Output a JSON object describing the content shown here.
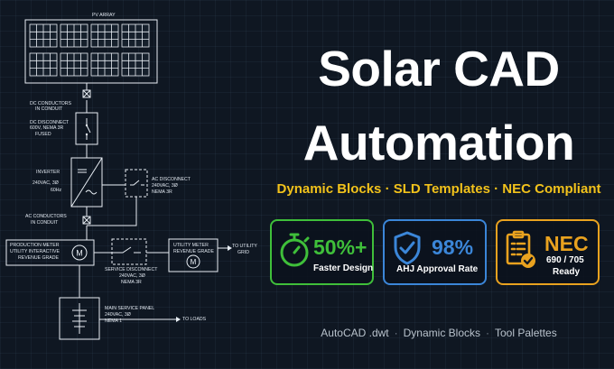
{
  "diagram": {
    "pv_array": "PV ARRAY",
    "dc_conductors_1": "DC CONDUCTORS",
    "dc_conductors_2": "IN CONDUIT",
    "dc_disconnect_1": "DC DISCONNECT",
    "dc_disconnect_2": "600V, NEMA 3R",
    "dc_disconnect_3": "FUSED",
    "inverter_1": "INVERTER",
    "inverter_2": "240VAC, 3Ø",
    "inverter_3": "60Hz",
    "ac_disconnect_1": "AC DISCONNECT",
    "ac_disconnect_2": "240VAC, 3Ø",
    "ac_disconnect_3": "NEMA 3R",
    "ac_conductors_1": "AC CONDUCTORS",
    "ac_conductors_2": "IN CONDUIT",
    "prod_meter_1": "PRODUCTION METER",
    "prod_meter_2": "UTILITY INTERACTIVE",
    "prod_meter_3": "REVENUE GRADE",
    "meter_symbol": "M",
    "service_disc_1": "SERVICE DISCONNECT",
    "service_disc_2": "240VAC, 3Ø",
    "service_disc_3": "NEMA 3R",
    "utility_meter_1": "UTILITY METER",
    "utility_meter_2": "REVENUE GRADE",
    "to_utility_1": "TO UTILITY",
    "to_utility_2": "GRID",
    "main_panel_1": "MAIN SERVICE PANEL",
    "main_panel_2": "240VAC, 3Ø",
    "main_panel_3": "NEMA 1",
    "to_loads": "TO LOADS"
  },
  "hero": {
    "title_line1": "Solar CAD",
    "title_line2": "Automation",
    "tagline": "Dynamic Blocks · SLD Templates · NEC Compliant"
  },
  "cards": [
    {
      "value": "50%+",
      "label": "Faster Design",
      "icon": "stopwatch-icon",
      "color": "#3fbf3a"
    },
    {
      "value": "98%",
      "label": "AHJ Approval Rate",
      "icon": "shield-check-icon",
      "color": "#3b86d8"
    },
    {
      "value": "NEC",
      "label_line1": "690 / 705",
      "label_line2": "Ready",
      "icon": "clipboard-check-icon",
      "color": "#e9a21f"
    }
  ],
  "footer": {
    "item1": "AutoCAD .dwt",
    "item2": "Dynamic Blocks",
    "item3": "Tool Palettes"
  }
}
